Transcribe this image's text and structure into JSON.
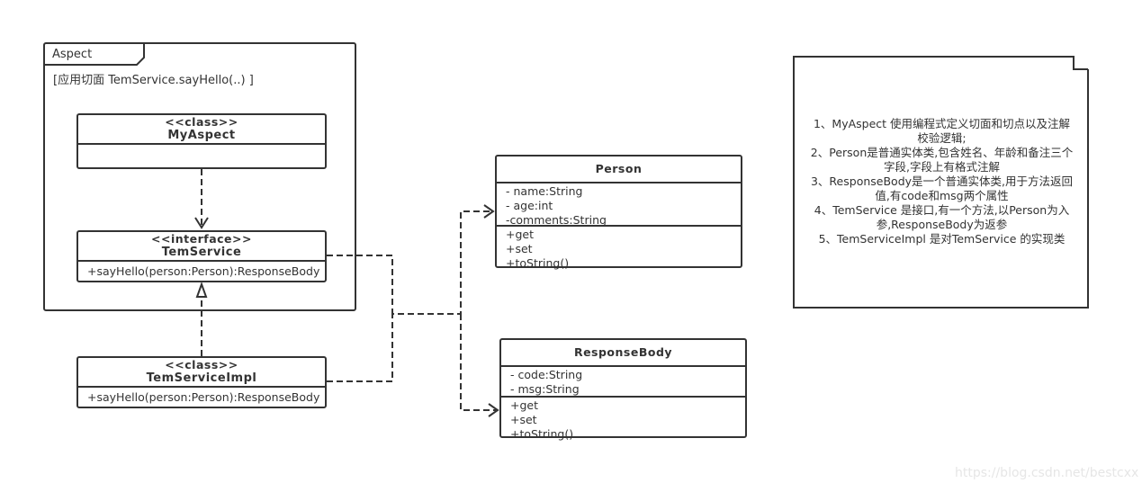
{
  "package": {
    "name": "Aspect",
    "constraint": "[应用切面 TemService.sayHello(..) ]"
  },
  "classes": {
    "myaspect": {
      "stereotype": "<<class>>",
      "name": "MyAspect"
    },
    "temservice": {
      "stereotype": "<<interface>>",
      "name": "TemService",
      "methods": [
        "+sayHello(person:Person):ResponseBody"
      ]
    },
    "temserviceimpl": {
      "stereotype": "<<class>>",
      "name": "TemServiceImpl",
      "methods": [
        "+sayHello(person:Person):ResponseBody"
      ]
    },
    "person": {
      "name": "Person",
      "attributes": [
        "- name:String",
        "- age:int",
        "-comments:String"
      ],
      "methods": [
        "+get",
        "+set",
        "+toString()"
      ]
    },
    "responsebody": {
      "name": "ResponseBody",
      "attributes": [
        "- code:String",
        "- msg:String"
      ],
      "methods": [
        "+get",
        "+set",
        "+toString()"
      ]
    }
  },
  "note": {
    "lines": [
      "1、MyAspect 使用编程式定义切面和切点以及注解",
      "校验逻辑;",
      "2、Person是普通实体类,包含姓名、年龄和备注三个",
      "字段,字段上有格式注解",
      "3、ResponseBody是一个普通实体类,用于方法返回",
      "值,有code和msg两个属性",
      "4、TemService 是接口,有一个方法,以Person为入",
      "参,ResponseBody为返参",
      "5、TemServiceImpl 是对TemService 的实现类"
    ]
  },
  "watermark": "https://blog.csdn.net/bestcxx"
}
